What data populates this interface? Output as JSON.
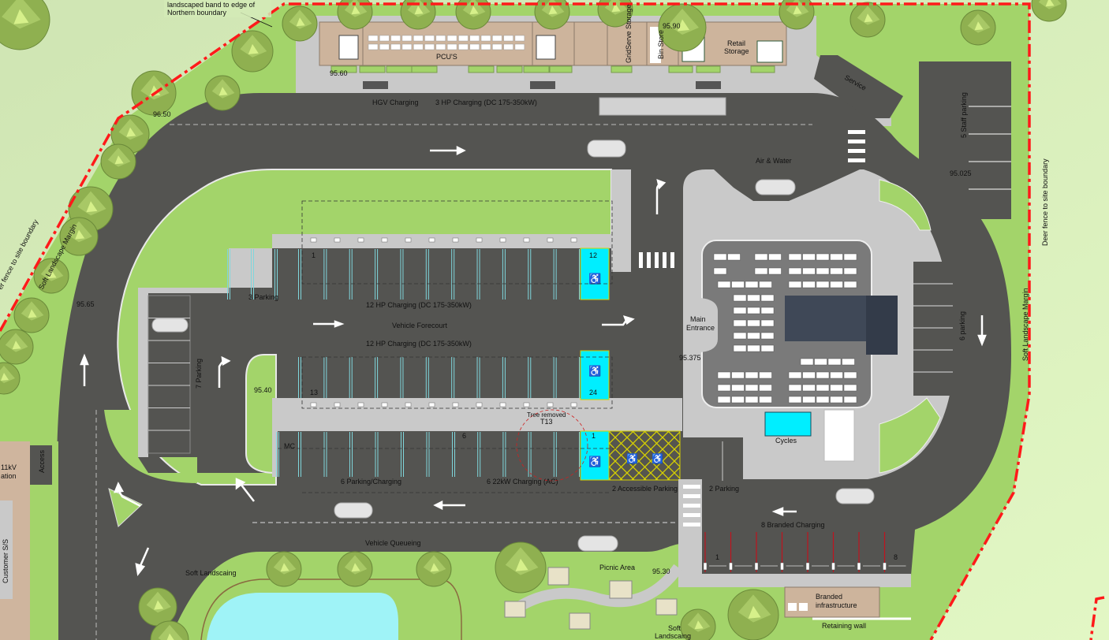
{
  "colors": {
    "outside": "#d3eab6",
    "landscape": "#a3d46a",
    "road": "#545451",
    "paving": "#c9c9c9",
    "building": "#cdb49c",
    "boundary": "#ff1a1a",
    "accessible_bay": "#00eeff",
    "hatch": "#d8d200",
    "canopy": "#3f4857",
    "pond": "#9ff3f7"
  },
  "annotation": {
    "line1": "landscaped band to edge of",
    "line2": "Northern boundary"
  },
  "buildings": {
    "pcu": "PCU'S",
    "gridserve_storage": "GridServe Storage",
    "bin_store": "Bin Store",
    "retail_storage_1": "Retail",
    "retail_storage_2": "Storage",
    "branded_infra_1": "Branded",
    "branded_infra_2": "infrastructure",
    "main_entrance_1": "Main",
    "main_entrance_2": "Entrance",
    "customer_ss": "Customer S/S",
    "substation_1": "11kV",
    "substation_2": "ation"
  },
  "areas": {
    "hgv_charging": "HGV Charging",
    "hp_charging_top": "3 HP Charging (DC 175-350kW)",
    "service": "Service",
    "staff_parking": "5 Staff parking",
    "air_water": "Air & Water",
    "deer_fence_right": "Deer fence to site boundary",
    "deer_fence_left": "er fence to site boundary",
    "soft_margin_left": "Soft Landscape Margin",
    "soft_margin_right": "Soft Landscape Margin",
    "six_parking": "6 parking",
    "seven_parking": "7 Parking",
    "three_parking": "3 Parking",
    "hp_row1": "12 HP Charging (DC 175-350kW)",
    "vehicle_forecourt": "Vehicle Forecourt",
    "hp_row2": "12 HP Charging (DC 175-350kW)",
    "tree_removed": "Tree removed",
    "tree_id": "T13",
    "mc": "MC",
    "parking_charging": "6  Parking/Charging",
    "ac_charging": "6 22kW Charging (AC)",
    "accessible_parking": "2 Accessible Parking",
    "two_parking": "2 Parking",
    "cycles": "Cycles",
    "branded_charging": "8 Branded Charging",
    "vehicle_queueing": "Vehicle Queueing",
    "soft_landscaping_1": "Soft Landscaing",
    "picnic_area": "Picnic Area",
    "soft_landscaping_2a": "Soft",
    "soft_landscaping_2b": "Landscaing",
    "retaining_wall": "Retaining wall",
    "access": "Access"
  },
  "bay_numbers": {
    "row1_first": "1",
    "row1_last": "12",
    "row2_first": "13",
    "row2_last": "24",
    "row3_mid": "6",
    "row3_accessible": "1",
    "branded_first": "1",
    "branded_last": "8"
  },
  "levels": {
    "pcu": "95.60",
    "north_west": "96.50",
    "bin_store": "95.90",
    "staff_parking": "95.025",
    "west": "95.65",
    "island": "95.40",
    "entrance": "95.375",
    "picnic": "95.30"
  }
}
